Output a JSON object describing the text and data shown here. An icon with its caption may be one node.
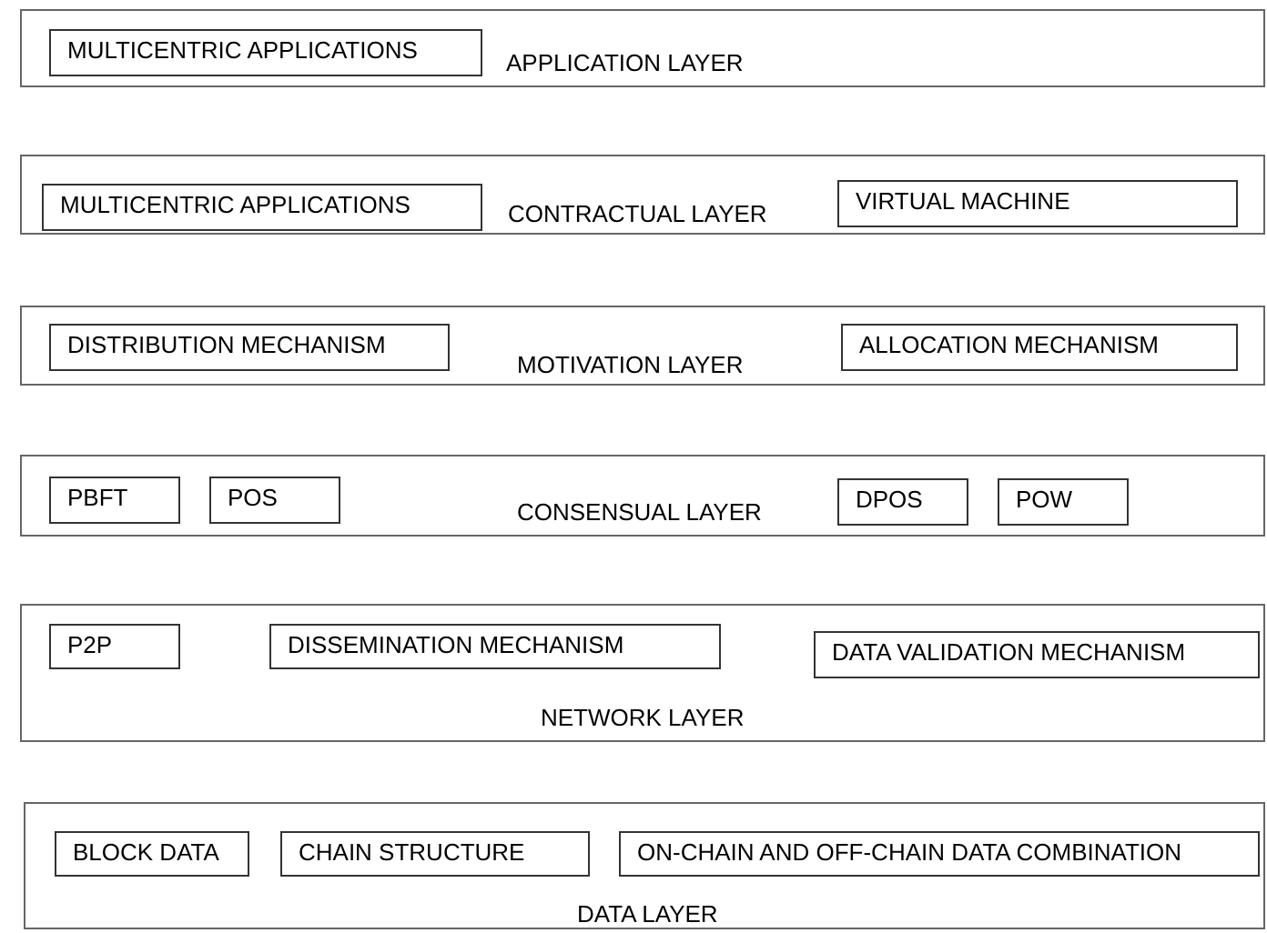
{
  "diagram": {
    "nodes": [
      {
        "text": [
          "APPLICATION LAYER"
        ]
      },
      {
        "text": [
          "MULTICENTRIC APPLICATIONS"
        ],
        "in": 0
      },
      {
        "text": [
          "CONTRACTUAL LAYER"
        ]
      },
      {
        "text": [
          "MULTICENTRIC APPLICATIONS"
        ],
        "in": 2
      },
      {
        "text": [
          "VIRTUAL MACHINE"
        ],
        "in": 2
      },
      {
        "text": [
          "MOTIVATION LAYER"
        ]
      },
      {
        "text": [
          "DISTRIBUTION MECHANISM"
        ],
        "in": 5
      },
      {
        "text": [
          "ALLOCATION MECHANISM"
        ],
        "in": 5
      },
      {
        "text": [
          "CONSENSUAL LAYER"
        ]
      },
      {
        "text": [
          "PBFT"
        ],
        "in": 8
      },
      {
        "text": [
          "POS"
        ],
        "in": 8
      },
      {
        "text": [
          "DPOS"
        ],
        "in": 8
      },
      {
        "text": [
          "POW"
        ],
        "in": 8
      },
      {
        "text": [
          "NETWORK LAYER"
        ]
      },
      {
        "text": [
          "P2P"
        ],
        "in": 13
      },
      {
        "text": [
          "DISSEMINATION MECHANISM"
        ],
        "in": 13
      },
      {
        "text": [
          "DATA VALIDATION MECHANISM"
        ],
        "in": 13
      },
      {
        "text": [
          "DATA LAYER"
        ]
      },
      {
        "text": [
          "BLOCK DATA"
        ],
        "in": 17
      },
      {
        "text": [
          "CHAIN STRUCTURE"
        ],
        "in": 17
      },
      {
        "text": [
          "ON-CHAIN AND OFF-CHAIN DATA COMBINATION"
        ],
        "in": 17
      }
    ]
  }
}
